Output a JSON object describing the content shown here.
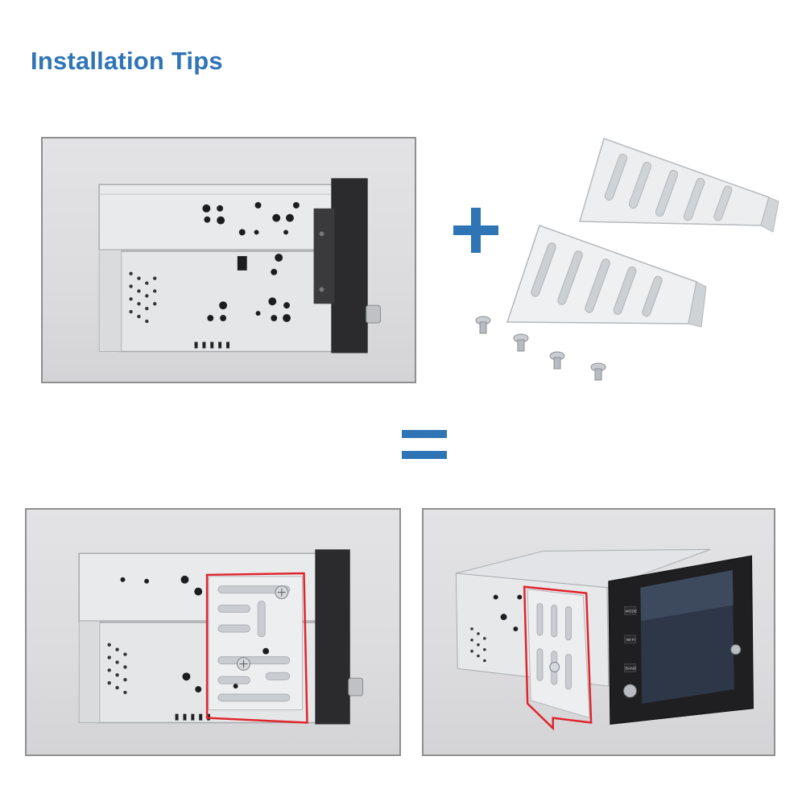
{
  "header": {
    "title": "Installation Tips"
  },
  "screen": {
    "button_mode": "MODE",
    "button_wifi": "Wi-Fi",
    "button_band": "BAND"
  },
  "colors": {
    "accent": "#2f75b5",
    "highlight": "#e0242b",
    "panel_border": "#8f8f8f"
  },
  "icons": {
    "plus": "plus-icon",
    "equals": "equals-icon"
  }
}
